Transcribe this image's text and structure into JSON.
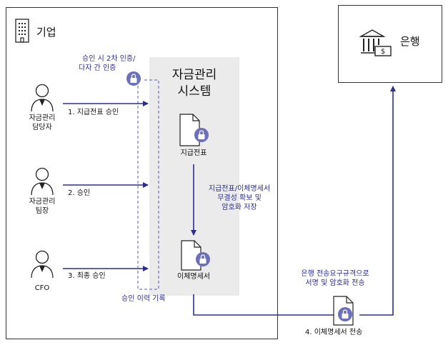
{
  "company": {
    "label": "기업",
    "icon": "building-icon"
  },
  "bank": {
    "label": "은행",
    "icon": "bank-icon"
  },
  "system": {
    "title_line1": "자금관리",
    "title_line2": "시스템"
  },
  "auth_note": {
    "line1": "승인 시 2차 인증/",
    "line2": "다자 간 인증"
  },
  "approvers": [
    {
      "name_line1": "자금관리",
      "name_line2": "담당자",
      "step": "1. 지급전표 승인"
    },
    {
      "name_line1": "자금관리",
      "name_line2": "팀장",
      "step": "2. 승인"
    },
    {
      "name_line1": "CFO",
      "name_line2": "",
      "step": "3. 최종 승인"
    }
  ],
  "documents": {
    "voucher": "지급전표",
    "transfer": "이체명세서",
    "outgoing_icon": "document-lock-icon"
  },
  "storage_note": {
    "line1": "지급전표/이체명세서",
    "line2": "무결성 확보 및",
    "line3": "암호화 저장"
  },
  "audit_log": "승인 이력 기록",
  "bank_requirement": {
    "line1": "은행 전송요구규격으로",
    "line2": "서명 및 암호화 전송"
  },
  "transfer_step": "4. 이체명세서 전송",
  "colors": {
    "accent": "#2b2e8f",
    "lock_badge": "#6b70b8",
    "panel": "#ebebeb",
    "border": "#333333"
  }
}
